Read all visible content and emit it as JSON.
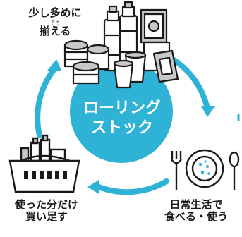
{
  "colors": {
    "accent": "#2eb2d6",
    "ink": "#1a1a1a",
    "gray": "#c8c8c8",
    "white": "#ffffff"
  },
  "center": {
    "line1": "ローリング",
    "line2": "ストック"
  },
  "steps": {
    "buy": {
      "ruby": "そろ",
      "line1": "少し多めに",
      "line2": "揃える"
    },
    "eat": {
      "line1": "日常生活で",
      "line2": "食べる・使う"
    },
    "rebuy": {
      "line1": "使った分だけ",
      "line2": "買い足す"
    }
  },
  "icons": {
    "stock": "canned-food-and-water-bottles-icon",
    "meal": "plate-with-fork-and-spoon-icon",
    "basket": "shopping-basket-icon"
  }
}
